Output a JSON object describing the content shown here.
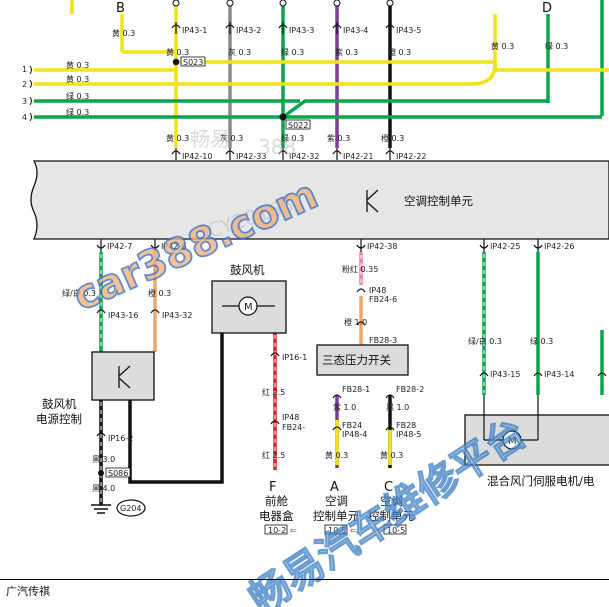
{
  "harness_letters": [
    "B",
    "D"
  ],
  "top_connectors": [
    "IP43-1",
    "IP43-2",
    "IP43-3",
    "IP43-4",
    "IP43-5"
  ],
  "splices": [
    "S023",
    "S022",
    "S086"
  ],
  "left_terminals": [
    "1",
    "2",
    "3",
    "4"
  ],
  "wire_labels": {
    "yellow_03": "黄  0.3",
    "green_03": "绿  0.3",
    "gray_03": "灰  0.3",
    "purple_03": "紫  0.3",
    "orange_03": "橙  0.3",
    "green_white_03": "绿/白  0.3",
    "pink_white_035": "粉红  0.35",
    "orange_10": "橙  1.0",
    "purple_10": "紫  1.0",
    "black_10": "黑  1.0",
    "red_25": "红  2.5",
    "black_30": "黑  3.0",
    "black_40": "黑  4.0"
  },
  "module_connectors": [
    "IP42-10",
    "IP42-33",
    "IP42-32",
    "IP42-21",
    "IP42-22",
    "IP42-7",
    "IP42-6",
    "IP42-38",
    "IP42-25",
    "IP42-26"
  ],
  "ac_control_unit_label": "空调控制单元",
  "blower_label": "鼓风机",
  "blower_power_label_line1": "鼓风机",
  "blower_power_label_line2": "电源控制",
  "pressure_switch_label": "三态压力开关",
  "mix_door_label": "混合风门伺服电机/电",
  "lower_connectors": [
    "IP43-16",
    "IP43-32",
    "IP16-2",
    "IP16-1",
    "IP48",
    "FB24-6",
    "FB28-3",
    "FB28-1",
    "FB28-2",
    "FB24-",
    "FB24",
    "IP48-4",
    "FB28",
    "IP48-5",
    "IP43-15",
    "IP43-14"
  ],
  "ground_label": "G204",
  "destinations": [
    {
      "letter": "F",
      "line1": "前舱",
      "line2": "电器盒",
      "ref": "10-2"
    },
    {
      "letter": "A",
      "line1": "空调",
      "line2": "控制单元",
      "ref": "10-5"
    },
    {
      "letter": "C",
      "line1": "空调",
      "line2": "控制单元",
      "ref": "10-5"
    }
  ],
  "motor_symbol": "M",
  "footer": "广汽传祺",
  "watermark": {
    "site": "car388.com",
    "id": "CY20165",
    "platform": "畅易汽车维修平台",
    "small_a": "畅易",
    "small_b": "388"
  },
  "colors": {
    "yellow": "#f1e21a",
    "green": "#0aa64b",
    "gray": "#8a8a8a",
    "purple": "#7a3e98",
    "black": "#111111",
    "orange": "#f0a56b",
    "pink": "#e8859e",
    "red": "#e02020",
    "module_fill": "#e6e6e6",
    "box_fill": "#dcdcdc"
  }
}
